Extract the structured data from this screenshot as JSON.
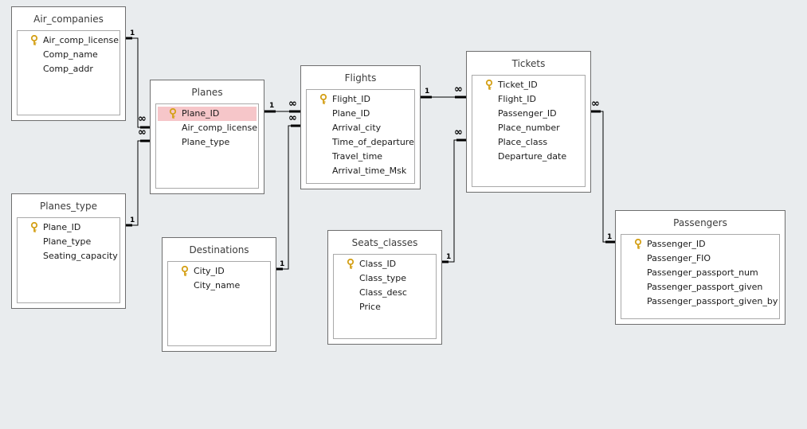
{
  "tables": {
    "air_companies": {
      "title": "Air_companies",
      "fields": [
        "Air_comp_license",
        "Comp_name",
        "Comp_addr"
      ],
      "key_field": "Air_comp_license"
    },
    "planes_type": {
      "title": "Planes_type",
      "fields": [
        "Plane_ID",
        "Plane_type",
        "Seating_capacity"
      ],
      "key_field": "Plane_ID"
    },
    "planes": {
      "title": "Planes",
      "fields": [
        "Plane_ID",
        "Air_comp_license",
        "Plane_type"
      ],
      "key_field": "Plane_ID",
      "selected_field": "Plane_ID"
    },
    "destinations": {
      "title": "Destinations",
      "fields": [
        "City_ID",
        "City_name"
      ],
      "key_field": "City_ID"
    },
    "flights": {
      "title": "Flights",
      "fields": [
        "Flight_ID",
        "Plane_ID",
        "Arrival_city",
        "Time_of_departure",
        "Travel_time",
        "Arrival_time_Msk"
      ],
      "key_field": "Flight_ID"
    },
    "seats_classes": {
      "title": "Seats_classes",
      "fields": [
        "Class_ID",
        "Class_type",
        "Class_desc",
        "Price"
      ],
      "key_field": "Class_ID"
    },
    "tickets": {
      "title": "Tickets",
      "fields": [
        "Ticket_ID",
        "Flight_ID",
        "Passenger_ID",
        "Place_number",
        "Place_class",
        "Departure_date"
      ],
      "key_field": "Ticket_ID"
    },
    "passengers": {
      "title": "Passengers",
      "fields": [
        "Passenger_ID",
        "Passenger_FIO",
        "Passenger_passport_num",
        "Passenger_passport_given",
        "Passenger_passport_given_by"
      ],
      "key_field": "Passenger_ID"
    }
  },
  "relationship_labels": {
    "one": "1",
    "many": "∞"
  },
  "colors": {
    "background": "#e9ecee",
    "selected_row": "#f6c6c9",
    "key_icon": "#d4a017",
    "line": "#000000"
  }
}
